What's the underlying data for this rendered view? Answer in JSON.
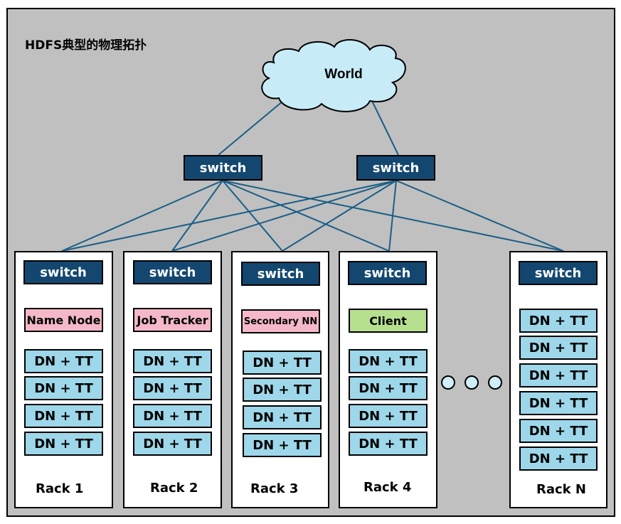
{
  "title": "HDFS典型的物理拓扑",
  "world": {
    "label": "World"
  },
  "core_switches": [
    {
      "label": "switch"
    },
    {
      "label": "switch"
    }
  ],
  "racks": [
    {
      "label": "Rack 1",
      "switch": "switch",
      "role": "Name Node",
      "role_color": "#f4b8c8",
      "nodes": [
        "DN + TT",
        "DN + TT",
        "DN + TT",
        "DN + TT"
      ]
    },
    {
      "label": "Rack 2",
      "switch": "switch",
      "role": "Job Tracker",
      "role_color": "#f4b8c8",
      "nodes": [
        "DN + TT",
        "DN + TT",
        "DN + TT",
        "DN + TT"
      ]
    },
    {
      "label": "Rack 3",
      "switch": "switch",
      "role": "Secondary NN",
      "role_color": "#f4b8c8",
      "nodes": [
        "DN + TT",
        "DN + TT",
        "DN + TT",
        "DN + TT"
      ]
    },
    {
      "label": "Rack 4",
      "switch": "switch",
      "role": "Client",
      "role_color": "#b7e08e",
      "nodes": [
        "DN + TT",
        "DN + TT",
        "DN + TT",
        "DN + TT"
      ]
    },
    {
      "label": "Rack N",
      "switch": "switch",
      "role": null,
      "role_color": null,
      "nodes": [
        "DN + TT",
        "DN + TT",
        "DN + TT",
        "DN + TT",
        "DN + TT",
        "DN + TT"
      ]
    }
  ],
  "colors": {
    "switch": "#13476f",
    "node": "#9dd7e9",
    "cloud": "#c7ecf8",
    "link": "#1a5e86",
    "background": "#c0c0c0"
  }
}
